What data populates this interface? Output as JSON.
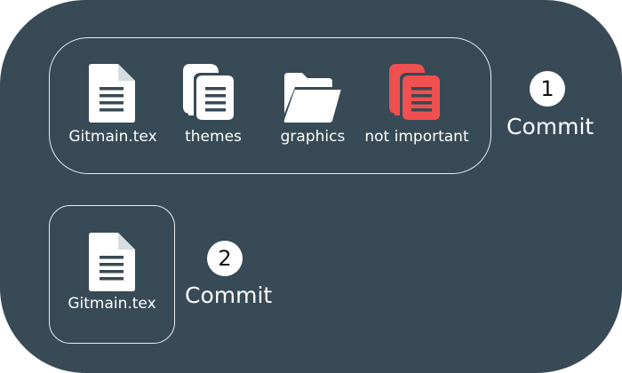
{
  "colors": {
    "background": "#374a56",
    "icon": "#ffffff",
    "icon_lines": "#374a56",
    "highlight": "#f0504f",
    "border": "#e9eef1"
  },
  "commits": [
    {
      "number": "1",
      "label": "Commit",
      "items": [
        {
          "name": "Gitmain.tex",
          "icon": "file-icon"
        },
        {
          "name": "themes",
          "icon": "stacked-files-icon"
        },
        {
          "name": "graphics",
          "icon": "folder-icon"
        },
        {
          "name": "not important",
          "icon": "stacked-files-icon",
          "highlighted": true
        }
      ]
    },
    {
      "number": "2",
      "label": "Commit",
      "items": [
        {
          "name": "Gitmain.tex",
          "icon": "file-icon"
        }
      ]
    }
  ]
}
